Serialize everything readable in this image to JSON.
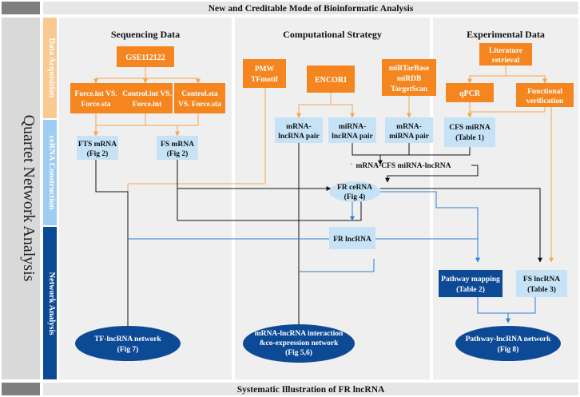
{
  "header": {
    "title": "New and Creditable Mode of Bioinformatic Analysis"
  },
  "footer": {
    "title": "Systematic Illustration of FR lncRNA"
  },
  "side_title": "Quartet Network Analysis",
  "rows": {
    "acquisition": "Data Acquisition",
    "cerna": "ceRNA Construction",
    "network": "Network Analysis"
  },
  "columns": {
    "sequencing": "Sequencing Data",
    "computational": "Computational Strategy",
    "experimental": "Experimental Data"
  },
  "nodes": {
    "gse": "GSE112122",
    "force_int_sta": [
      "Force.int VS.",
      "Force.sta"
    ],
    "control_int_force_int": [
      "Control.int VS.",
      "Force.int"
    ],
    "control_sta_force_sta": [
      "Control.sta",
      "VS. Force.sta"
    ],
    "pmw": [
      "PMW",
      "TFmotif"
    ],
    "encori": "ENCORI",
    "mirtar": [
      "miRTarBase",
      "miRDB",
      "TargetScan"
    ],
    "literature": [
      "Literature",
      "retrieval"
    ],
    "qpcr": "qPCR",
    "functional": [
      "Functional",
      "verification"
    ],
    "fts_mrna": [
      "FTS mRNA",
      "(Fig 2)"
    ],
    "fs_mrna": [
      "FS mRNA",
      "(Fig 2)"
    ],
    "mrna_lncrna_pair": [
      "mRNA-",
      "lncRNA pair"
    ],
    "mirna_lncrna_pair": [
      "miRNA-",
      "lncRNA pair"
    ],
    "mrna_mirna_pair": [
      "mRNA-",
      "miRNA pair"
    ],
    "cfs_mirna": [
      "CFS miRNA",
      "(Table 1)"
    ],
    "mrna_cfs_mirna_lncrna": "mRNA-CFS miRNA-lncRNA",
    "fr_cerna": [
      "FR ceRNA",
      "(Fig 4)"
    ],
    "fr_lncrna": "FR lncRNA",
    "pathway_mapping": [
      "Pathway mapping",
      "(Table 2)"
    ],
    "fs_lncrna": [
      "FS lncRNA",
      "(Table 3)"
    ],
    "tf_network": [
      "TF-lncRNA network",
      "(Fig 7)"
    ],
    "interaction_network": [
      "mRNA-lncRNA interaction",
      "&co-expression network",
      "(Fig 5,6)"
    ],
    "pathway_network": [
      "Pathway-lncRNA network",
      "(Fig 8)"
    ]
  },
  "colors": {
    "orange": "#F5861F",
    "light_orange": "#F9C990",
    "light_blue": "#C6E2F7",
    "mid_blue": "#9DCDF2",
    "dark_blue": "#0D4A96",
    "gray": "#7F7F7F",
    "panel": "#EFEFEF"
  }
}
